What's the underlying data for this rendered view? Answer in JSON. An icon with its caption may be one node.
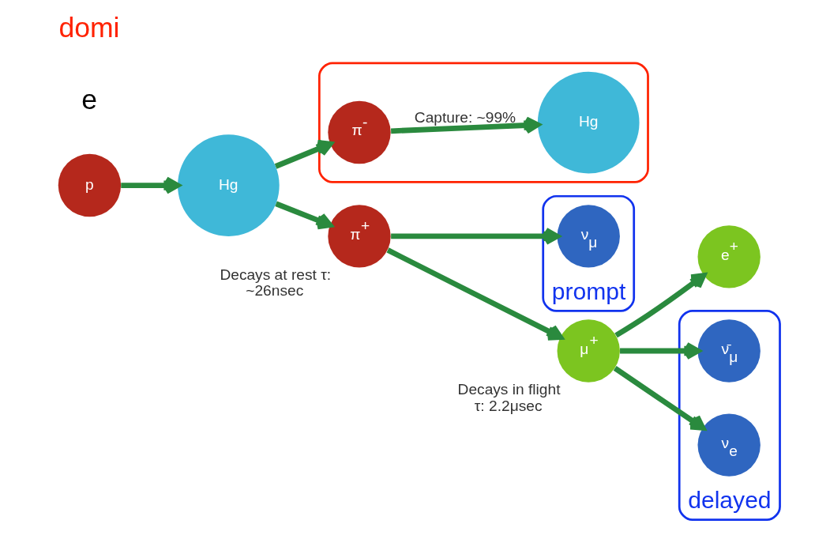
{
  "diagram": {
    "nodes": [
      {
        "text": [
          "p"
        ]
      },
      {
        "text": [
          "Hg"
        ]
      },
      {
        "text": [],
        "shape": "ellipse"
      },
      {
        "text": [
          "π$^{-}$"
        ],
        "in": 2
      },
      {
        "text": [
          "Hg"
        ],
        "in": 2
      },
      {
        "text": [
          "π$^{+}$"
        ],
        "beside": [
          "Decays at rest τ: ~26nsec"
        ]
      },
      {
        "text": [
          "μ$^{+}$"
        ],
        "beside": [
          "Decays in flight τ: 2.2μsec"
        ]
      },
      {
        "text": [
          "e$^{+}$"
        ]
      },
      {
        "text": [
          "prompt"
        ]
      },
      {
        "text": [
          "ν$_{μ}$"
        ],
        "in": 8
      },
      {
        "text": [
          "delayed"
        ]
      },
      {
        "text": [
          "ν̄$_{μ}$"
        ],
        "in": 10
      },
      {
        "text": [
          "ν$_{e}$"
        ],
        "in": 10
      }
    ],
    "edges": [
      {
        "from": 0,
        "to": 1,
        "arrow": "to"
      },
      {
        "from": 1,
        "to": 3,
        "arrow": "to"
      },
      {
        "from": 3,
        "to": 4,
        "arrow": "to",
        "label": "Capture: ~99%"
      },
      {
        "from": 1,
        "to": 5,
        "arrow": "to"
      },
      {
        "from": 5,
        "to": 6,
        "arrow": "to"
      },
      {
        "from": 5,
        "to": 9,
        "arrow": "to"
      },
      {
        "from": 6,
        "to": 7,
        "arrow": "to"
      },
      {
        "from": 6,
        "to": 11,
        "arrow": "to"
      },
      {
        "from": 6,
        "to": 12,
        "arrow": "to"
      }
    ],
    "labels": [
      "e",
      "domi"
    ]
  }
}
